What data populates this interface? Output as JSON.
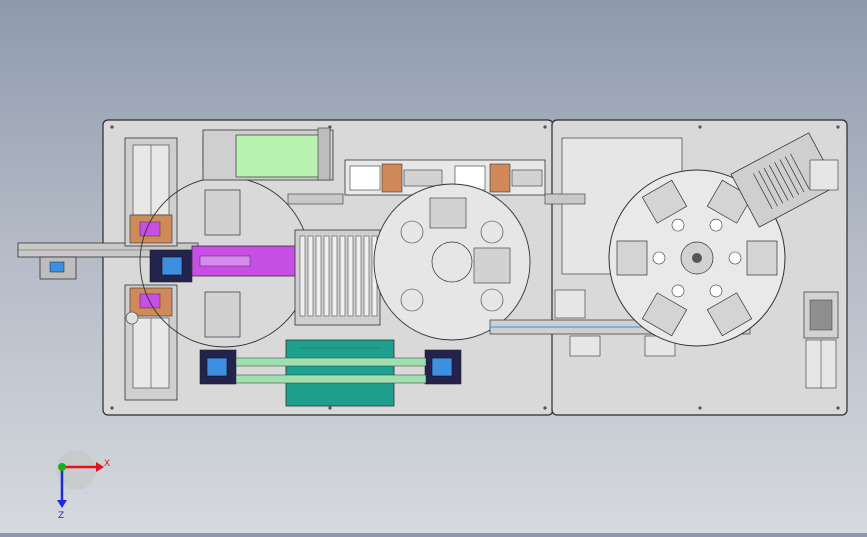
{
  "triad": {
    "x_label": "X",
    "z_label": "Z",
    "colors": {
      "x": "#e0141e",
      "y": "#18b018",
      "z": "#1c2bd6"
    }
  },
  "palette": {
    "base_plate": "#d9d9d9",
    "outline": "#2b2b2b",
    "magenta": "#c84fe6",
    "light_green": "#b6f3b0",
    "teal": "#1f9f8e",
    "navy_block": "#23234e",
    "copper": "#d08a5a",
    "blue_tray": "#3d8fe0"
  },
  "stations": {
    "turntables": 3,
    "fixture_pods_on_right_table": 6
  }
}
